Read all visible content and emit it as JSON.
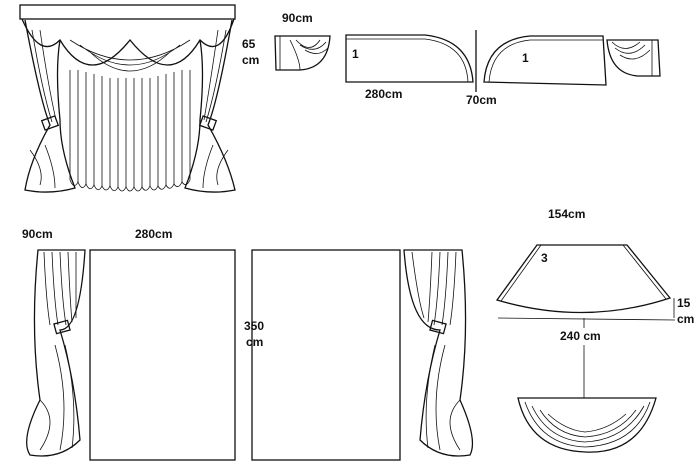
{
  "top": {
    "valance_height_value": "65",
    "valance_height_unit": "cm",
    "swag_width": "90cm",
    "piece1_left_label": "1",
    "piece1_right_label": "1",
    "piece1_length": "280cm",
    "piece1_center": "70cm"
  },
  "bottom": {
    "side_panel_width": "90cm",
    "main_panel_width": "280cm",
    "panel_height_value": "350",
    "panel_height_unit": "cm",
    "piece3_top": "154cm",
    "piece3_label": "3",
    "piece3_drop_value": "15",
    "piece3_drop_unit": "cm",
    "piece3_bottom": "240 cm"
  }
}
